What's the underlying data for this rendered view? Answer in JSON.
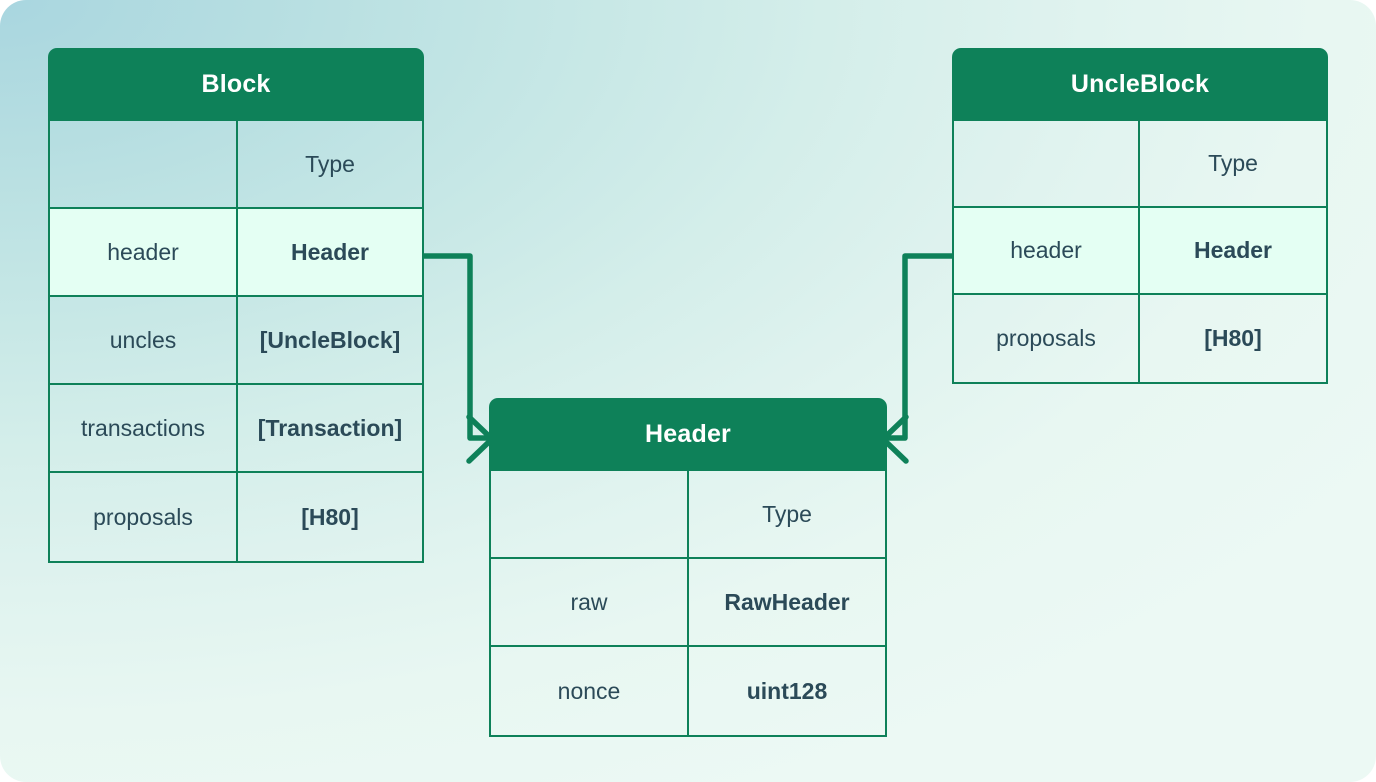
{
  "diagram": {
    "kind": "entity-relationship-diagram",
    "title_bar_color": "#0e8159",
    "border_color": "#0e8159",
    "text_color": "#2b4a58",
    "highlight_row_color": "#e4fff3",
    "background_gradient_from": "#a9d6e0",
    "background_gradient_to": "#ecf9f4",
    "connector_color": "#0e8159"
  },
  "entities": [
    {
      "id": "block",
      "title": "Block",
      "header_row": {
        "name": "",
        "type": "Type"
      },
      "rows": [
        {
          "name": "header",
          "type": "Header",
          "highlight": true
        },
        {
          "name": "uncles",
          "type": "[UncleBlock]",
          "highlight": false
        },
        {
          "name": "transactions",
          "type": "[Transaction]",
          "highlight": false
        },
        {
          "name": "proposals",
          "type": "[H80]",
          "highlight": false
        }
      ]
    },
    {
      "id": "uncleblock",
      "title": "UncleBlock",
      "header_row": {
        "name": "",
        "type": "Type"
      },
      "rows": [
        {
          "name": "header",
          "type": "Header",
          "highlight": true
        },
        {
          "name": "proposals",
          "type": "[H80]",
          "highlight": false
        }
      ]
    },
    {
      "id": "header",
      "title": "Header",
      "header_row": {
        "name": "",
        "type": "Type"
      },
      "rows": [
        {
          "name": "raw",
          "type": "RawHeader",
          "highlight": false
        },
        {
          "name": "nonce",
          "type": "uint128",
          "highlight": false
        }
      ]
    }
  ],
  "relations": [
    {
      "id": "block-header",
      "from": "Block.header",
      "to": "Header",
      "arrow": "open-chevron-right"
    },
    {
      "id": "uncleblock-header",
      "from": "UncleBlock.header",
      "to": "Header",
      "arrow": "open-chevron-left"
    }
  ]
}
